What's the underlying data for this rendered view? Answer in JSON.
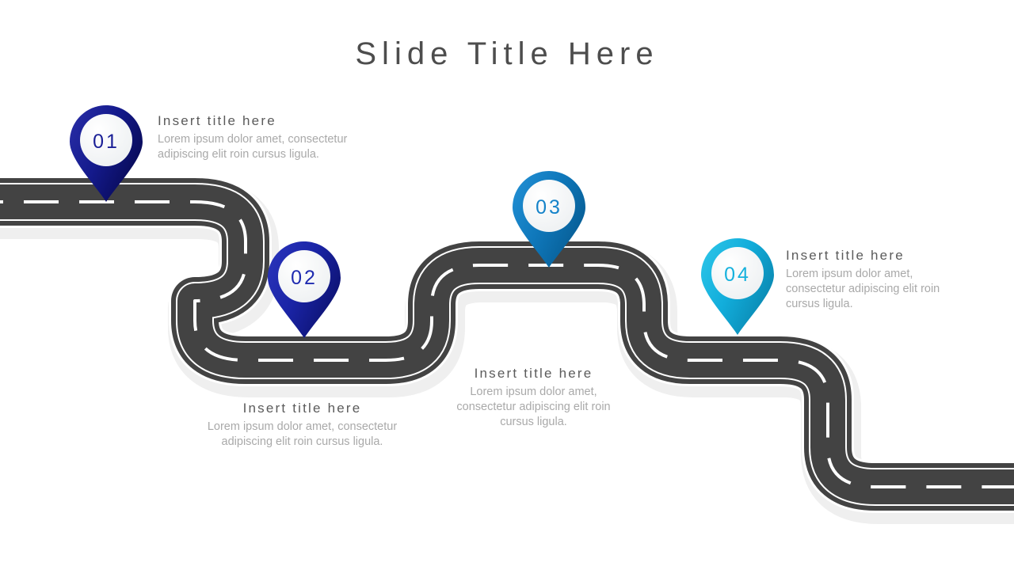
{
  "slide": {
    "title": "Slide Title Here",
    "background": "#ffffff"
  },
  "theme": {
    "title_color": "#4d4d4d",
    "item_title_color": "#5b5b5b",
    "body_color": "#a9a9a9",
    "road_asphalt": "#434343",
    "road_line": "#ffffff",
    "road_shadow": "#efefef"
  },
  "road": {
    "name": "winding-road-path",
    "description": "Dark asphalt road winding from left edge, down a Z turn, across a plateau, then descending to the bottom right edge."
  },
  "milestones": [
    {
      "number": "01",
      "color_dark": "#0d1078",
      "color_light": "#2a2fa8",
      "number_color": "#1a1f96",
      "title": "Insert title here",
      "body": "Lorem ipsum dolor amet, consectetur adipiscing elit roin cursus ligula.",
      "align": "left"
    },
    {
      "number": "02",
      "color_dark": "#131a93",
      "color_light": "#2b35bd",
      "number_color": "#1f2bb0",
      "title": "Insert title here",
      "body": "Lorem ipsum dolor amet, consectetur adipiscing elit roin cursus ligula.",
      "align": "center"
    },
    {
      "number": "03",
      "color_dark": "#0a6cae",
      "color_light": "#1f8fd4",
      "number_color": "#1583c9",
      "title": "Insert title here",
      "body": "Lorem ipsum dolor amet, consectetur adipiscing elit roin cursus ligula.",
      "align": "center"
    },
    {
      "number": "04",
      "color_dark": "#0aa3cf",
      "color_light": "#29c3e6",
      "number_color": "#16b1dd",
      "title": "Insert title here",
      "body": "Lorem ipsum dolor amet, consectetur adipiscing elit roin cursus ligula.",
      "align": "left"
    }
  ]
}
